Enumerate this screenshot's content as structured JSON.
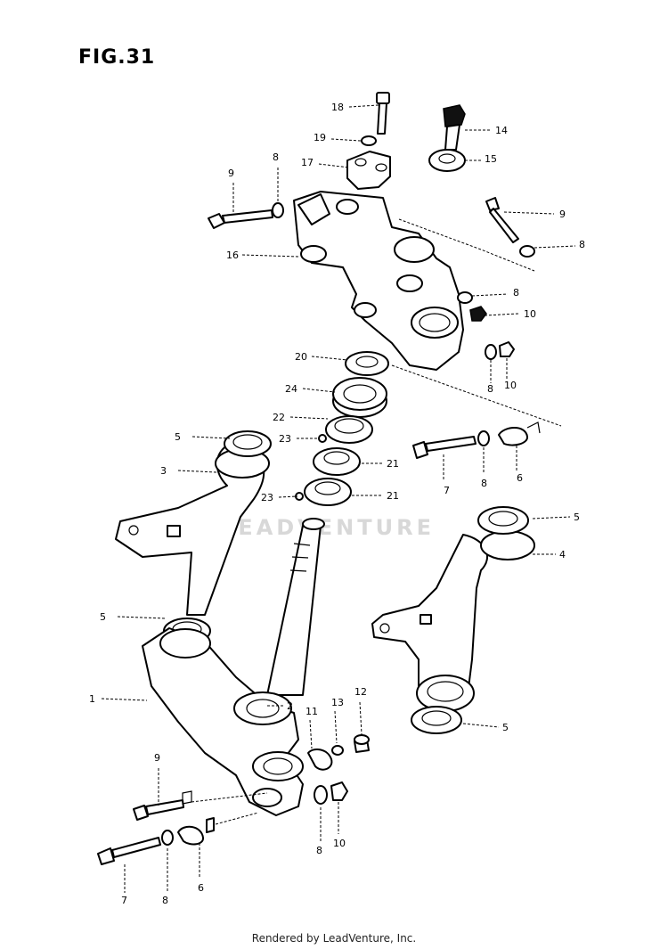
{
  "figure_title": "FIG.31",
  "watermark": "LEADVENTURE",
  "footer": "Rendered by LeadVenture, Inc.",
  "callouts": [
    {
      "label": "18"
    },
    {
      "label": "14"
    },
    {
      "label": "19"
    },
    {
      "label": "17"
    },
    {
      "label": "15"
    },
    {
      "label": "9"
    },
    {
      "label": "8"
    },
    {
      "label": "9"
    },
    {
      "label": "8"
    },
    {
      "label": "16"
    },
    {
      "label": "8"
    },
    {
      "label": "10"
    },
    {
      "label": "8"
    },
    {
      "label": "10"
    },
    {
      "label": "20"
    },
    {
      "label": "24"
    },
    {
      "label": "22"
    },
    {
      "label": "5"
    },
    {
      "label": "23"
    },
    {
      "label": "3"
    },
    {
      "label": "21"
    },
    {
      "label": "23"
    },
    {
      "label": "21"
    },
    {
      "label": "7"
    },
    {
      "label": "8"
    },
    {
      "label": "6"
    },
    {
      "label": "5"
    },
    {
      "label": "4"
    },
    {
      "label": "5"
    },
    {
      "label": "5"
    },
    {
      "label": "1"
    },
    {
      "label": "2"
    },
    {
      "label": "11"
    },
    {
      "label": "13"
    },
    {
      "label": "12"
    },
    {
      "label": "9"
    },
    {
      "label": "8"
    },
    {
      "label": "10"
    },
    {
      "label": "7"
    },
    {
      "label": "8"
    },
    {
      "label": "6"
    }
  ]
}
